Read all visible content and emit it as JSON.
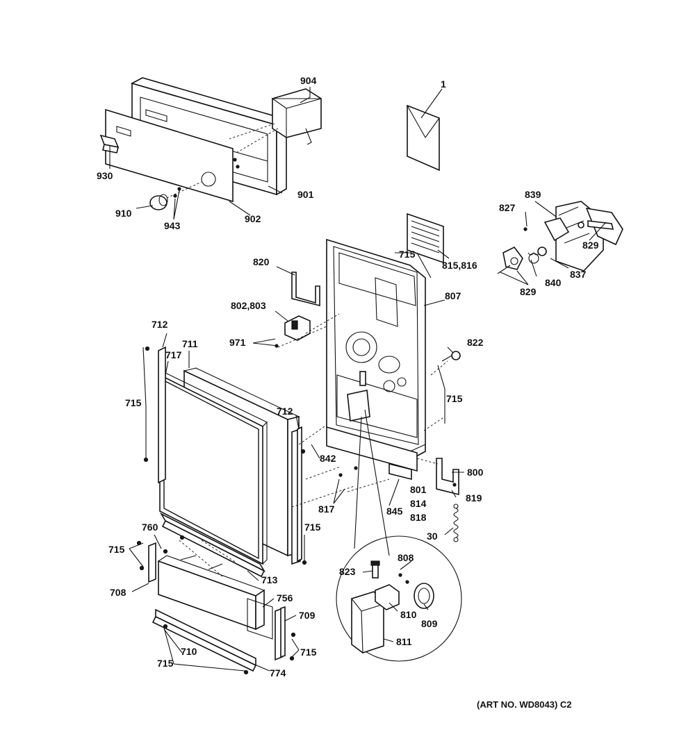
{
  "art_number": "(ART NO. WD8043) C2",
  "labels": {
    "l904": "904",
    "l1": "1",
    "l930": "930",
    "l901": "901",
    "l910": "910",
    "l943": "943",
    "l902": "902",
    "l839": "839",
    "l827": "827",
    "l829a": "829",
    "l829b": "829",
    "l840": "840",
    "l837": "837",
    "l815": "815,816",
    "l715a": "715",
    "l820": "820",
    "l807": "807",
    "l802": "802,803",
    "l971": "971",
    "l712a": "712",
    "l711": "711",
    "l717": "717",
    "l822": "822",
    "l715b": "715",
    "l715c": "715",
    "l712b": "712",
    "l842": "842",
    "l800": "800",
    "l801": "801",
    "l814": "814",
    "l818": "818",
    "l819": "819",
    "l817": "817",
    "l845": "845",
    "l30": "30",
    "l760": "760",
    "l715d": "715",
    "l715e": "715",
    "l708": "708",
    "l713": "713",
    "l756": "756",
    "l808": "808",
    "l823": "823",
    "l709": "709",
    "l810": "810",
    "l809": "809",
    "l811": "811",
    "l715f": "715",
    "l710": "710",
    "l715g": "715",
    "l774": "774"
  }
}
